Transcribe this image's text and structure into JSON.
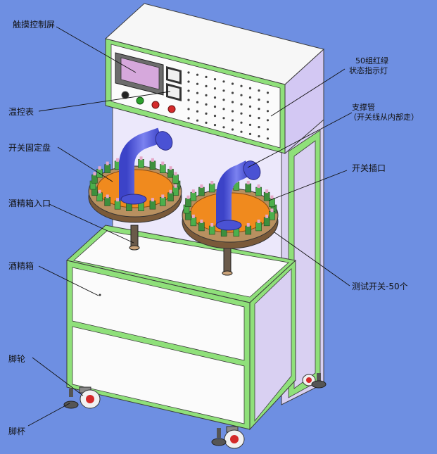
{
  "labels": {
    "touch_screen": "触摸控制屏",
    "temp_gauge": "温控表",
    "switch_plate": "开关固定盘",
    "tank_inlet": "酒精箱入口",
    "alcohol_tank": "酒精箱",
    "caster": "脚轮",
    "foot_cup": "脚杯",
    "indicator_line1": "50组红绿",
    "indicator_line2": "状态指示灯",
    "support_tube_line1": "支撑管",
    "support_tube_line2": "（开关线从内部走）",
    "switch_socket": "开关插口",
    "test_switch": "测试开关-50个"
  },
  "colors": {
    "background": "#6e8fe2",
    "frame_green": "#8fe07a",
    "panel_white": "#fbfbfb",
    "panel_lavender": "#dcd3f5",
    "tube_blue": "#5a63e0",
    "plate_orange": "#f08a1e",
    "switch_green": "#4caf4c",
    "switch_pink": "#e6a8c8"
  }
}
